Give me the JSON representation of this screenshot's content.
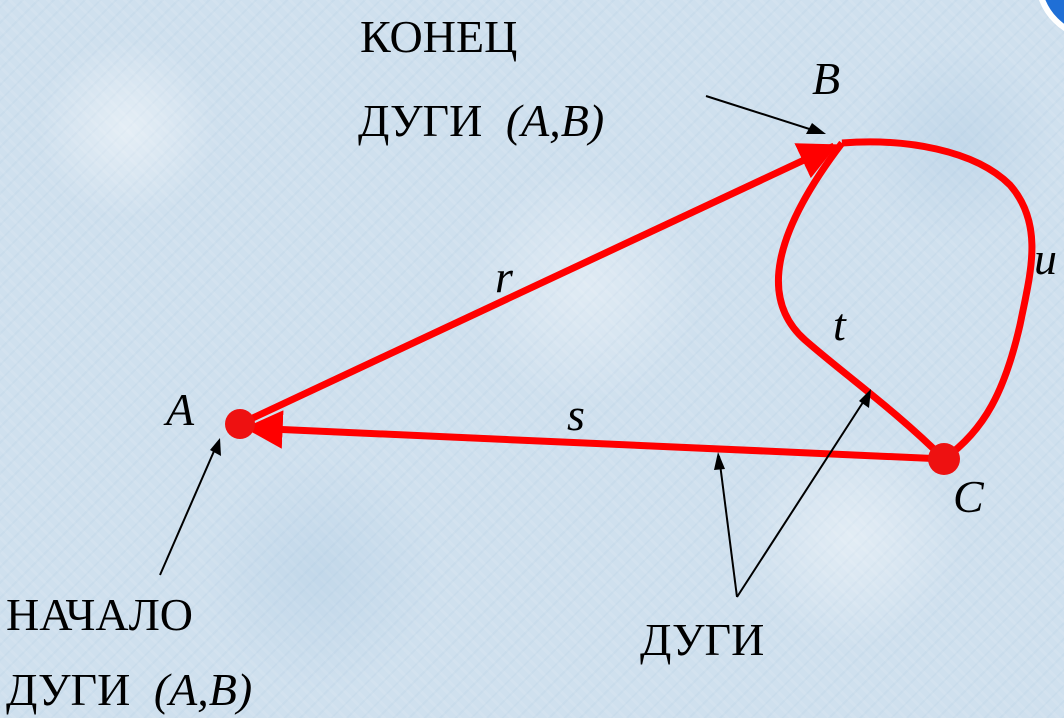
{
  "colors": {
    "arc": "#ff0000",
    "node": "#ee1111",
    "pointer": "#000000",
    "badge": "#1f6fd6"
  },
  "nodes": {
    "A": "A",
    "B": "B",
    "C": "C"
  },
  "arcs": {
    "r": "r",
    "s": "s",
    "t": "t",
    "u": "u"
  },
  "labels": {
    "arc_end_line1": "КОНЕЦ",
    "arc_end_line2_word": "ДУГИ",
    "arc_end_line2_pair": "(A,B)",
    "arc_start_line1": "НАЧАЛО",
    "arc_start_line2_word": "ДУГИ",
    "arc_start_line2_pair": "(A,B)",
    "arcs_caption": "ДУГИ"
  }
}
